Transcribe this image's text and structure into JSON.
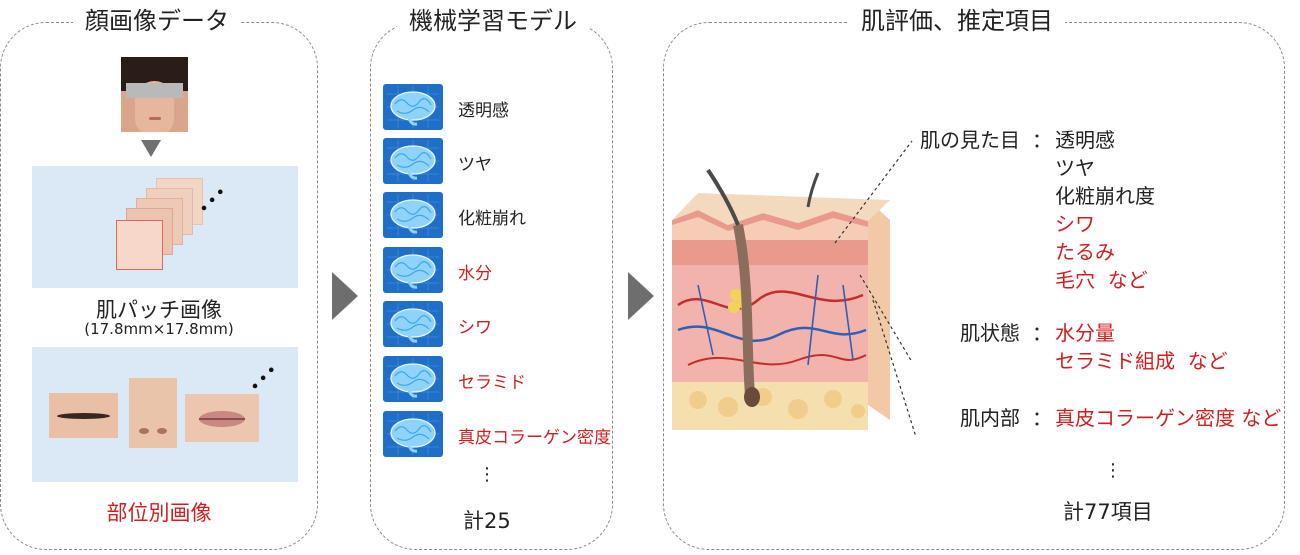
{
  "panels": {
    "face_data": {
      "title": "顔画像データ"
    },
    "ml_model": {
      "title": "機械学習モデル"
    },
    "skin_eval": {
      "title": "肌評価、推定項目"
    }
  },
  "face_data": {
    "patch_label": "肌パッチ画像",
    "patch_size": "(17.8mm×17.8mm)",
    "part_label": "部位別画像",
    "ellipsis": "•••"
  },
  "models": {
    "items": [
      {
        "label": "透明感",
        "highlight": false
      },
      {
        "label": "ツヤ",
        "highlight": false
      },
      {
        "label": "化粧崩れ",
        "highlight": false
      },
      {
        "label": "水分",
        "highlight": true
      },
      {
        "label": "シワ",
        "highlight": true
      },
      {
        "label": "セラミド",
        "highlight": true
      },
      {
        "label": "真皮コラーゲン密度",
        "highlight": true
      }
    ],
    "ellipsis": "⋮",
    "total": "計25"
  },
  "evaluation": {
    "groups": [
      {
        "category": "肌の見た目",
        "items": [
          {
            "text": "透明感",
            "highlight": false
          },
          {
            "text": "ツヤ",
            "highlight": false
          },
          {
            "text": "化粧崩れ度",
            "highlight": false
          },
          {
            "text": "シワ",
            "highlight": true
          },
          {
            "text": "たるみ",
            "highlight": true
          },
          {
            "text": "毛穴  など",
            "highlight": true
          }
        ]
      },
      {
        "category": "肌状態",
        "items": [
          {
            "text": "水分量",
            "highlight": true
          },
          {
            "text": "セラミド組成  など",
            "highlight": true
          }
        ]
      },
      {
        "category": "肌内部",
        "items": [
          {
            "text": "真皮コラーゲン密度 など",
            "highlight": true
          }
        ]
      }
    ],
    "colon": "：",
    "ellipsis": "⋮",
    "total": "計77項目"
  },
  "colors": {
    "highlight": "#d21e1e",
    "band": "#dbe8f6",
    "brain_tile": "#1f6fc9",
    "arrow": "#6e6e6e"
  }
}
